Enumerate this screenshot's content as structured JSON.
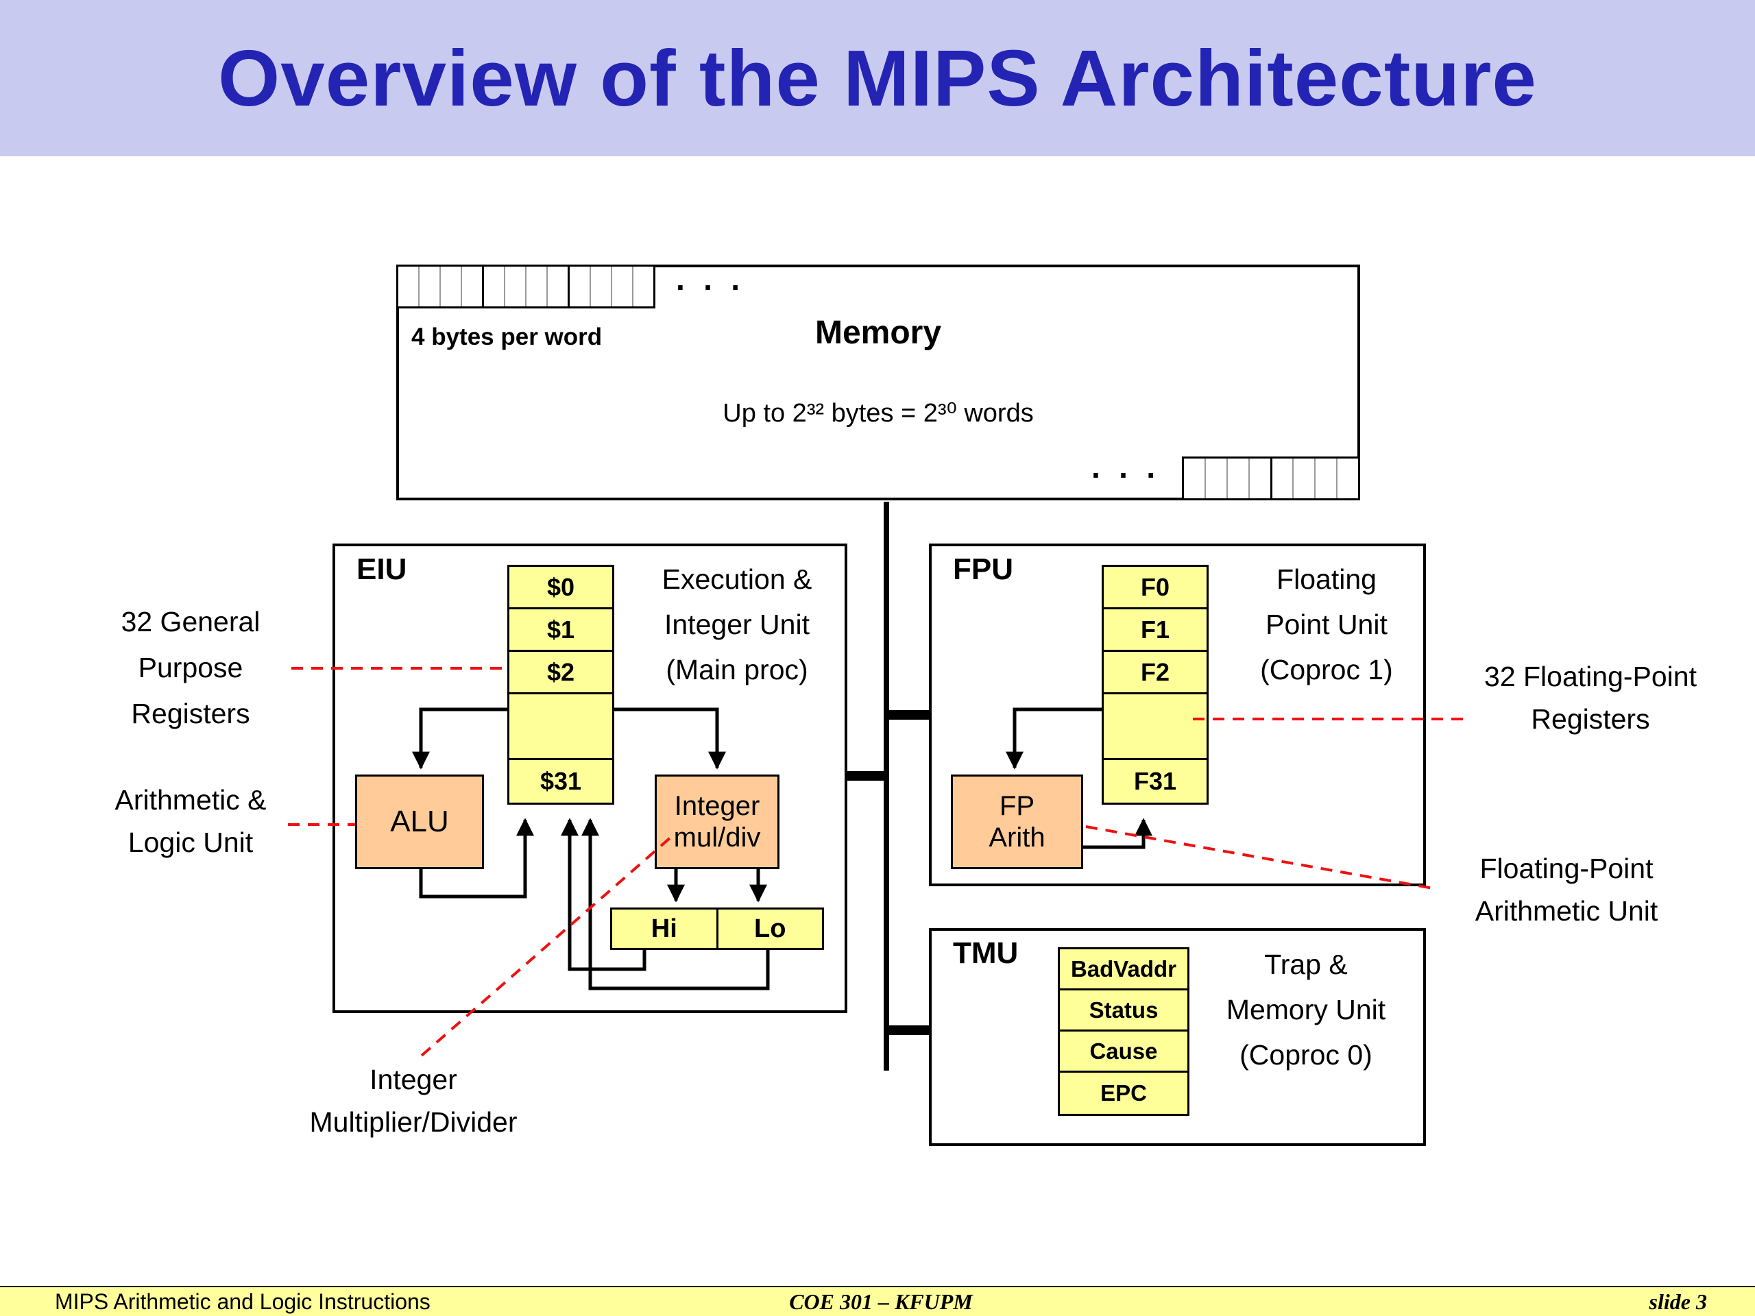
{
  "slide": {
    "title": "Overview of the MIPS Architecture",
    "footer": {
      "left": "MIPS Arithmetic and Logic Instructions",
      "center": "COE 301 – KFUPM",
      "right": "slide 3"
    }
  },
  "memory": {
    "name": "Memory",
    "word_note": "4 bytes per word",
    "capacity": "Up to 2³² bytes = 2³⁰ words",
    "ellipsis": "· · ·"
  },
  "eiu": {
    "abbr": "EIU",
    "desc_lines": [
      "Execution &",
      "Integer Unit",
      "(Main proc)"
    ],
    "registers": [
      "$0",
      "$1",
      "$2",
      "$31"
    ],
    "alu": "ALU",
    "muldiv": [
      "Integer",
      "mul/div"
    ],
    "hi": "Hi",
    "lo": "Lo"
  },
  "fpu": {
    "abbr": "FPU",
    "desc_lines": [
      "Floating",
      "Point Unit",
      "(Coproc 1)"
    ],
    "registers": [
      "F0",
      "F1",
      "F2",
      "F31"
    ],
    "fparith": [
      "FP",
      "Arith"
    ]
  },
  "tmu": {
    "abbr": "TMU",
    "desc_lines": [
      "Trap &",
      "Memory Unit",
      "(Coproc 0)"
    ],
    "registers": [
      "BadVaddr",
      "Status",
      "Cause",
      "EPC"
    ]
  },
  "labels": {
    "gpr": [
      "32 General",
      "Purpose",
      "Registers"
    ],
    "alu": [
      "Arithmetic &",
      "Logic Unit"
    ],
    "muldiv": [
      "Integer",
      "Multiplier/Divider"
    ],
    "fpr": [
      "32 Floating-Point",
      "Registers"
    ],
    "fparith": [
      "Floating-Point",
      "Arithmetic Unit"
    ]
  },
  "colors": {
    "title_blue": "#2424b4",
    "header_bg": "#c9caf0",
    "register_fill": "#ffff99",
    "unit_fill": "#ffcc99",
    "callout_red": "#ee1111",
    "footer_bg": "#ffff9c"
  }
}
